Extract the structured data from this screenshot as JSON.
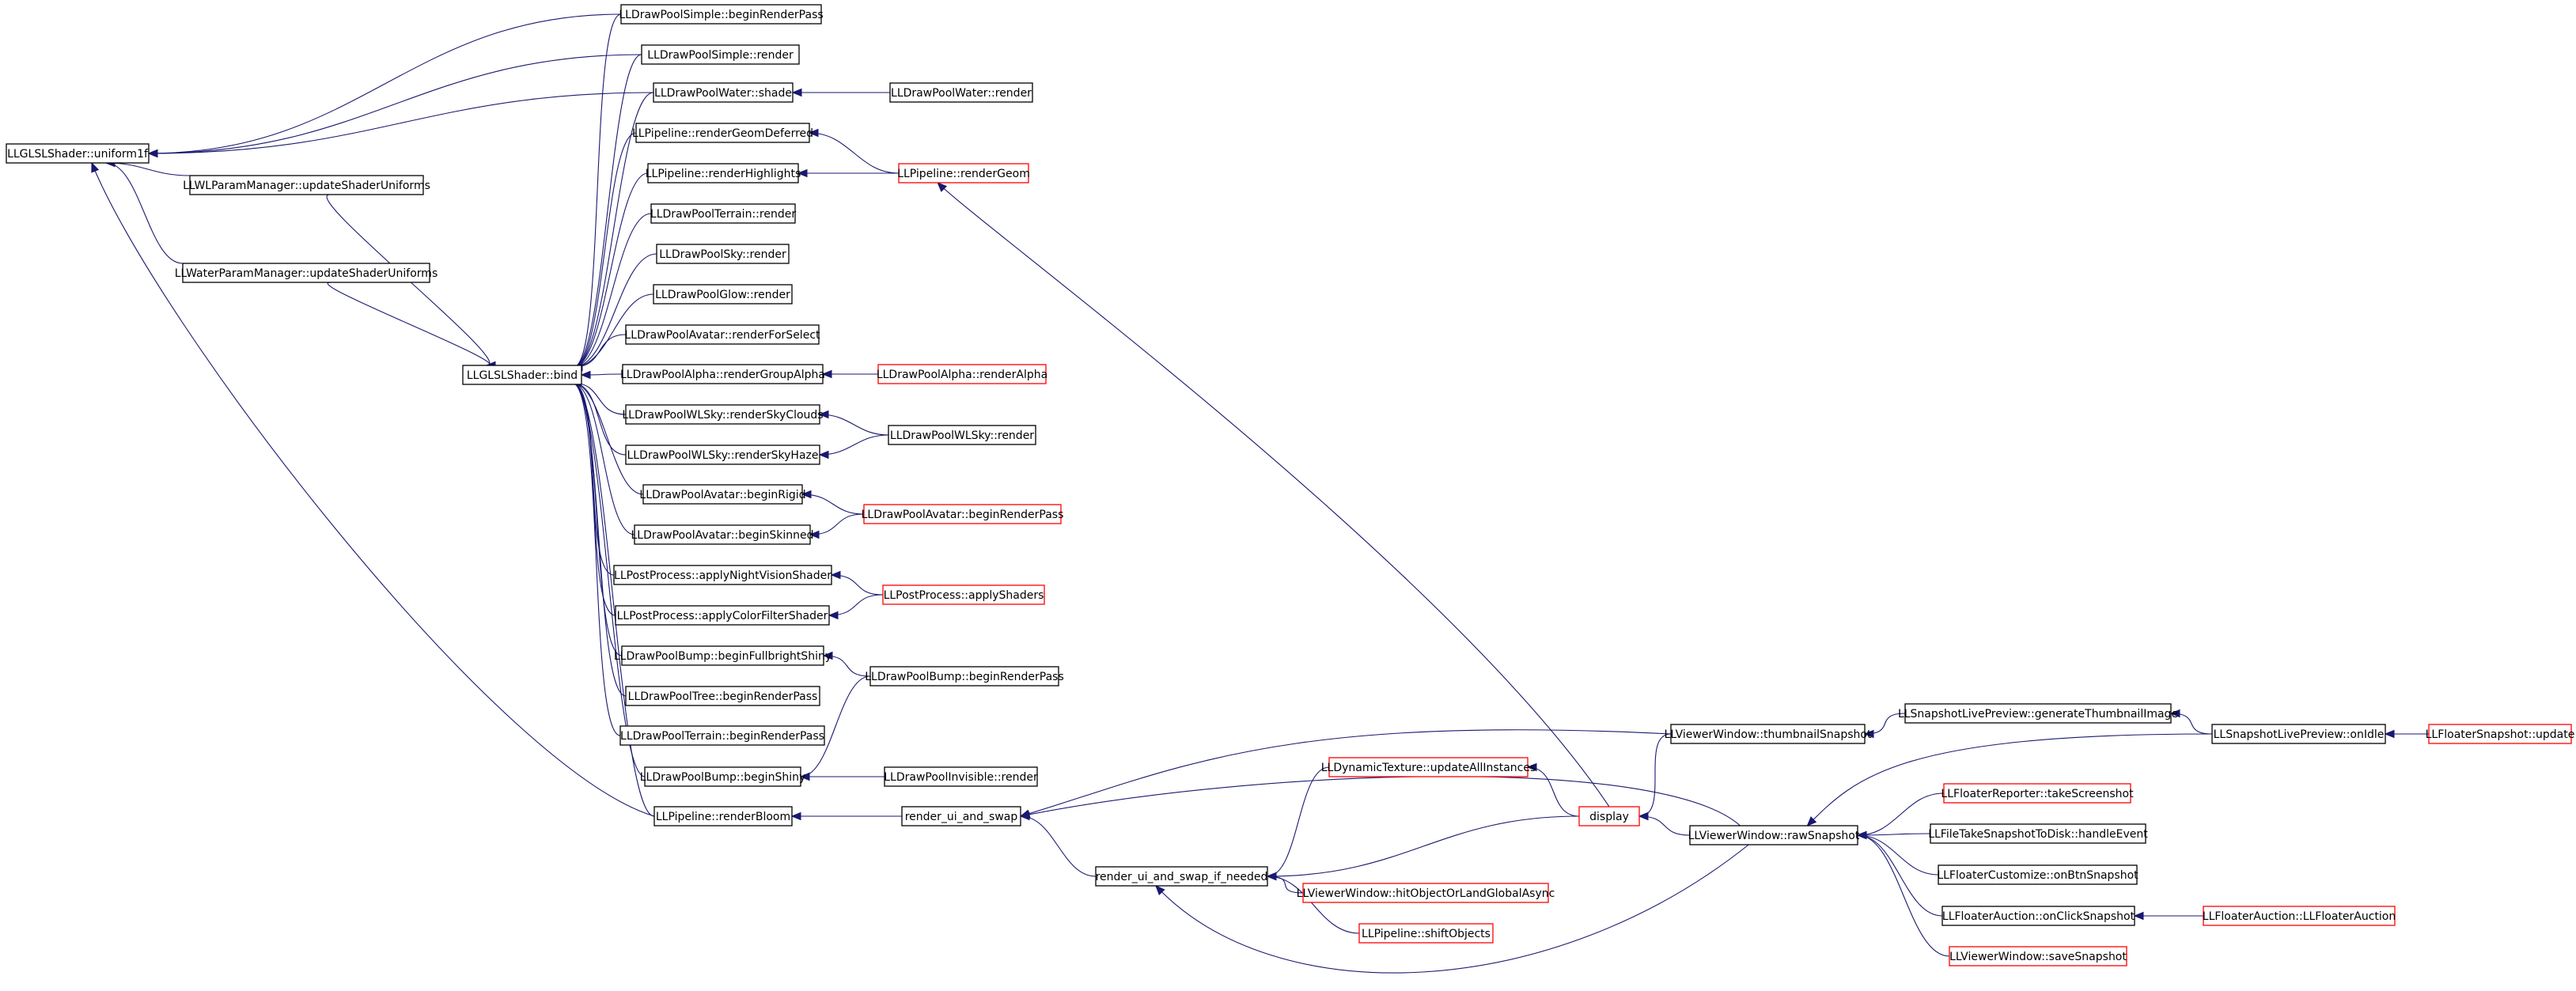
{
  "colors": {
    "edge": "#191970",
    "border_normal": "#000000",
    "border_truncated": "#ff0000",
    "focus_fill": "#bfbfbf",
    "background": "#ffffff"
  },
  "nodes": [
    {
      "id": "uniform1f",
      "label": "LLGLSLShader::uniform1f",
      "kind": "focus"
    },
    {
      "id": "simple_brp",
      "label": "LLDrawPoolSimple::beginRenderPass",
      "kind": "normal"
    },
    {
      "id": "simple_render",
      "label": "LLDrawPoolSimple::render",
      "kind": "normal"
    },
    {
      "id": "water_shade",
      "label": "LLDrawPoolWater::shade",
      "kind": "normal"
    },
    {
      "id": "water_render",
      "label": "LLDrawPoolWater::render",
      "kind": "normal"
    },
    {
      "id": "pipe_rgd",
      "label": "LLPipeline::renderGeomDeferred",
      "kind": "normal"
    },
    {
      "id": "pipe_rh",
      "label": "LLPipeline::renderHighlights",
      "kind": "normal"
    },
    {
      "id": "pipe_rg",
      "label": "LLPipeline::renderGeom",
      "kind": "truncated"
    },
    {
      "id": "terrain_render",
      "label": "LLDrawPoolTerrain::render",
      "kind": "normal"
    },
    {
      "id": "sky_render",
      "label": "LLDrawPoolSky::render",
      "kind": "normal"
    },
    {
      "id": "glow_render",
      "label": "LLDrawPoolGlow::render",
      "kind": "normal"
    },
    {
      "id": "avatar_rfs",
      "label": "LLDrawPoolAvatar::renderForSelect",
      "kind": "normal"
    },
    {
      "id": "alpha_rga",
      "label": "LLDrawPoolAlpha::renderGroupAlpha",
      "kind": "normal"
    },
    {
      "id": "alpha_ra",
      "label": "LLDrawPoolAlpha::renderAlpha",
      "kind": "truncated"
    },
    {
      "id": "wl_param",
      "label": "LLWLParamManager::updateShaderUniforms",
      "kind": "normal"
    },
    {
      "id": "water_param",
      "label": "LLWaterParamManager::updateShaderUniforms",
      "kind": "normal"
    },
    {
      "id": "bind",
      "label": "LLGLSLShader::bind",
      "kind": "normal"
    },
    {
      "id": "wlsky_rsc",
      "label": "LLDrawPoolWLSky::renderSkyClouds",
      "kind": "normal"
    },
    {
      "id": "wlsky_rsh",
      "label": "LLDrawPoolWLSky::renderSkyHaze",
      "kind": "normal"
    },
    {
      "id": "wlsky_render",
      "label": "LLDrawPoolWLSky::render",
      "kind": "normal"
    },
    {
      "id": "avatar_br",
      "label": "LLDrawPoolAvatar::beginRigid",
      "kind": "normal"
    },
    {
      "id": "avatar_bs",
      "label": "LLDrawPoolAvatar::beginSkinned",
      "kind": "normal"
    },
    {
      "id": "avatar_brp",
      "label": "LLDrawPoolAvatar::beginRenderPass",
      "kind": "truncated"
    },
    {
      "id": "pp_nvs",
      "label": "LLPostProcess::applyNightVisionShader",
      "kind": "normal"
    },
    {
      "id": "pp_cfs",
      "label": "LLPostProcess::applyColorFilterShader",
      "kind": "normal"
    },
    {
      "id": "pp_as",
      "label": "LLPostProcess::applyShaders",
      "kind": "truncated"
    },
    {
      "id": "bump_bfs",
      "label": "LLDrawPoolBump::beginFullbrightShiny",
      "kind": "normal"
    },
    {
      "id": "bump_brp",
      "label": "LLDrawPoolBump::beginRenderPass",
      "kind": "normal"
    },
    {
      "id": "tree_brp",
      "label": "LLDrawPoolTree::beginRenderPass",
      "kind": "normal"
    },
    {
      "id": "terrain_brp",
      "label": "LLDrawPoolTerrain::beginRenderPass",
      "kind": "normal"
    },
    {
      "id": "bump_bshiny",
      "label": "LLDrawPoolBump::beginShiny",
      "kind": "normal"
    },
    {
      "id": "invisible_render",
      "label": "LLDrawPoolInvisible::render",
      "kind": "normal"
    },
    {
      "id": "pipe_rb",
      "label": "LLPipeline::renderBloom",
      "kind": "normal"
    },
    {
      "id": "render_ui_swap",
      "label": "render_ui_and_swap",
      "kind": "normal"
    },
    {
      "id": "render_ui_swap_needed",
      "label": "render_ui_and_swap_if_needed",
      "kind": "normal"
    },
    {
      "id": "dyn_tex",
      "label": "LLDynamicTexture::updateAllInstances",
      "kind": "truncated"
    },
    {
      "id": "display",
      "label": "display",
      "kind": "truncated"
    },
    {
      "id": "vw_hit",
      "label": "LLViewerWindow::hitObjectOrLandGlobalAsync",
      "kind": "truncated"
    },
    {
      "id": "pipe_shift",
      "label": "LLPipeline::shiftObjects",
      "kind": "truncated"
    },
    {
      "id": "vw_thumb",
      "label": "LLViewerWindow::thumbnailSnapshot",
      "kind": "normal"
    },
    {
      "id": "vw_raw",
      "label": "LLViewerWindow::rawSnapshot",
      "kind": "normal"
    },
    {
      "id": "slp_gti",
      "label": "LLSnapshotLivePreview::generateThumbnailImage",
      "kind": "normal"
    },
    {
      "id": "slp_onidle",
      "label": "LLSnapshotLivePreview::onIdle",
      "kind": "normal"
    },
    {
      "id": "fs_update",
      "label": "LLFloaterSnapshot::update",
      "kind": "truncated"
    },
    {
      "id": "fr_ts",
      "label": "LLFloaterReporter::takeScreenshot",
      "kind": "truncated"
    },
    {
      "id": "ftstd_he",
      "label": "LLFileTakeSnapshotToDisk::handleEvent",
      "kind": "normal"
    },
    {
      "id": "fc_obs",
      "label": "LLFloaterCustomize::onBtnSnapshot",
      "kind": "normal"
    },
    {
      "id": "fa_ocs",
      "label": "LLFloaterAuction::onClickSnapshot",
      "kind": "normal"
    },
    {
      "id": "fa_ctor",
      "label": "LLFloaterAuction::LLFloaterAuction",
      "kind": "truncated"
    },
    {
      "id": "vw_save",
      "label": "LLViewerWindow::saveSnapshot",
      "kind": "truncated"
    }
  ],
  "edges": [
    [
      "simple_brp",
      "uniform1f"
    ],
    [
      "simple_render",
      "uniform1f"
    ],
    [
      "water_shade",
      "uniform1f"
    ],
    [
      "wl_param",
      "uniform1f"
    ],
    [
      "water_param",
      "uniform1f"
    ],
    [
      "pipe_rb",
      "uniform1f"
    ],
    [
      "water_render",
      "water_shade"
    ],
    [
      "pipe_rg",
      "pipe_rh"
    ],
    [
      "pipe_rg",
      "pipe_rgd"
    ],
    [
      "alpha_ra",
      "alpha_rga"
    ],
    [
      "wlsky_render",
      "wlsky_rsc"
    ],
    [
      "wlsky_render",
      "wlsky_rsh"
    ],
    [
      "avatar_brp",
      "avatar_br"
    ],
    [
      "avatar_brp",
      "avatar_bs"
    ],
    [
      "pp_as",
      "pp_nvs"
    ],
    [
      "pp_as",
      "pp_cfs"
    ],
    [
      "bump_brp",
      "bump_bfs"
    ],
    [
      "bump_brp",
      "bump_bshiny"
    ],
    [
      "invisible_render",
      "bump_bshiny"
    ],
    [
      "wl_param",
      "bind"
    ],
    [
      "water_param",
      "bind"
    ],
    [
      "simple_brp",
      "bind"
    ],
    [
      "simple_render",
      "bind"
    ],
    [
      "water_shade",
      "bind"
    ],
    [
      "pipe_rgd",
      "bind"
    ],
    [
      "pipe_rh",
      "bind"
    ],
    [
      "terrain_render",
      "bind"
    ],
    [
      "sky_render",
      "bind"
    ],
    [
      "glow_render",
      "bind"
    ],
    [
      "avatar_rfs",
      "bind"
    ],
    [
      "alpha_rga",
      "bind"
    ],
    [
      "wlsky_rsc",
      "bind"
    ],
    [
      "wlsky_rsh",
      "bind"
    ],
    [
      "avatar_br",
      "bind"
    ],
    [
      "avatar_bs",
      "bind"
    ],
    [
      "pp_nvs",
      "bind"
    ],
    [
      "pp_cfs",
      "bind"
    ],
    [
      "bump_bfs",
      "bind"
    ],
    [
      "tree_brp",
      "bind"
    ],
    [
      "terrain_brp",
      "bind"
    ],
    [
      "bump_bshiny",
      "bind"
    ],
    [
      "pipe_rb",
      "bind"
    ],
    [
      "render_ui_swap",
      "pipe_rb"
    ],
    [
      "render_ui_swap_needed",
      "render_ui_swap"
    ],
    [
      "display",
      "pipe_rg"
    ],
    [
      "display",
      "render_ui_swap_needed"
    ],
    [
      "dyn_tex",
      "render_ui_swap_needed"
    ],
    [
      "vw_hit",
      "render_ui_swap_needed"
    ],
    [
      "pipe_shift",
      "render_ui_swap_needed"
    ],
    [
      "vw_raw",
      "render_ui_swap_needed"
    ],
    [
      "vw_thumb",
      "render_ui_swap"
    ],
    [
      "vw_raw",
      "render_ui_swap"
    ],
    [
      "display",
      "dyn_tex"
    ],
    [
      "vw_thumb",
      "display"
    ],
    [
      "vw_raw",
      "display"
    ],
    [
      "slp_gti",
      "vw_thumb"
    ],
    [
      "slp_onidle",
      "slp_gti"
    ],
    [
      "slp_onidle",
      "vw_raw"
    ],
    [
      "fs_update",
      "slp_onidle"
    ],
    [
      "fr_ts",
      "vw_raw"
    ],
    [
      "ftstd_he",
      "vw_raw"
    ],
    [
      "fc_obs",
      "vw_raw"
    ],
    [
      "fa_ocs",
      "vw_raw"
    ],
    [
      "vw_save",
      "vw_raw"
    ],
    [
      "fa_ctor",
      "fa_ocs"
    ]
  ]
}
